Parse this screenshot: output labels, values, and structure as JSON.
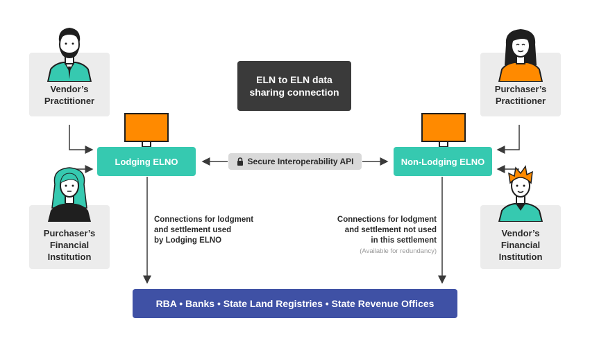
{
  "top_center_box": "ELN to ELN data\nsharing connection",
  "lodging_elno": "Lodging ELNO",
  "non_lodging_elno": "Non-Lodging ELNO",
  "api_label": "Secure Interoperability API",
  "bottom_bar": "RBA • Banks • State Land Registries • State Revenue Offices",
  "cards": {
    "vendors_practitioner": "Vendor’s\nPractitioner",
    "purchasers_practitioner": "Purchaser’s\nPractitioner",
    "purchasers_financial": "Purchaser’s\nFinancial\nInstitution",
    "vendors_financial": "Vendor’s\nFinancial\nInstitution"
  },
  "connections": {
    "left": "Connections for lodgment\nand settlement used\nby Lodging ELNO",
    "right": "Connections for lodgment\nand settlement not used\nin this settlement",
    "right_note": "(Available for redundancy)"
  },
  "icons": [
    "person-icon",
    "monitor-icon",
    "lock-icon"
  ],
  "colors": {
    "teal": "#36c9b0",
    "dark": "#3a3a3a",
    "navy": "#3f51a5",
    "orange": "#ff8a00",
    "card_bg": "#ececec"
  }
}
